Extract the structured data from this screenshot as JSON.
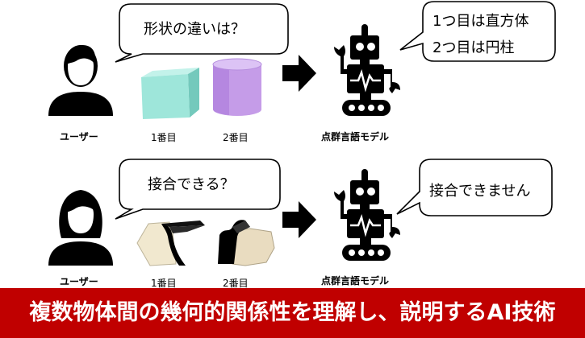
{
  "rows": [
    {
      "user_label": "ユーザー",
      "question": "形状の違いは？",
      "object1_label": "1番目",
      "object2_label": "2番目",
      "model_label": "点群言語モデル",
      "answer_lines": [
        "1つ目は直方体",
        "2つ目は円柱"
      ]
    },
    {
      "user_label": "ユーザー",
      "question": "接合できる？",
      "object1_label": "1番目",
      "object2_label": "2番目",
      "model_label": "点群言語モデル",
      "answer_lines": [
        "接合できません"
      ]
    }
  ],
  "banner": {
    "text": "複数物体間の幾何的関係性を理解し、説明するAI技術"
  },
  "colors": {
    "banner": "#c00000",
    "cube": "#8fe3d8",
    "cylinder": "#c9a0e8",
    "piece": "#f0e6cc"
  },
  "icons": [
    "male-user-icon",
    "female-user-icon",
    "arrow-right-icon",
    "robot-icon",
    "speech-bubble"
  ]
}
